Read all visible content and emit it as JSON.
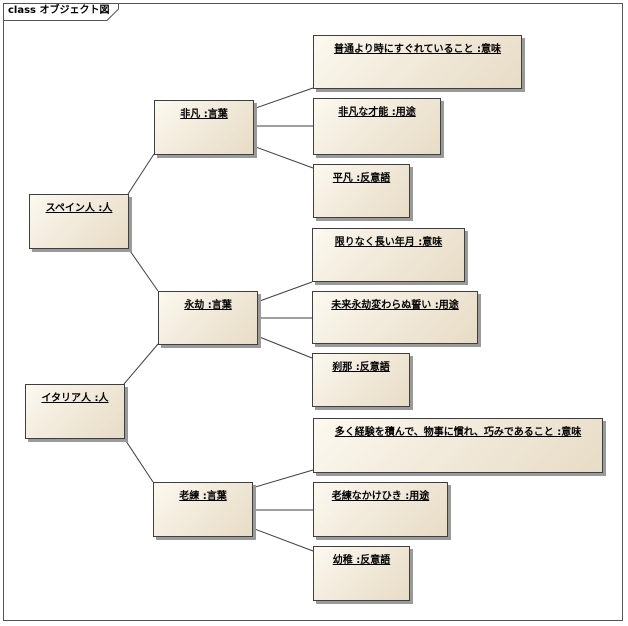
{
  "frame": {
    "label": "class オブジェクト図"
  },
  "objects": {
    "spain_person": "スペイン人 :人",
    "italy_person": "イタリア人 :人",
    "hibon": "非凡 :言葉",
    "eigo": "永劫 :言葉",
    "rouren": "老練 :言葉",
    "hibon_meaning": "普通より時にすぐれていること :意味",
    "hibon_usage": "非凡な才能 :用途",
    "hibon_antonym": "平凡 :反意語",
    "eigo_meaning": "限りなく長い年月 :意味",
    "eigo_usage": "未来永劫変わらぬ誓い :用途",
    "eigo_antonym": "刹那 :反意語",
    "rouren_meaning": "多く経験を積んで、物事に慣れ、巧みであること :意味",
    "rouren_usage": "老練なかけひき :用途",
    "rouren_antonym": "幼稚 :反意語"
  }
}
